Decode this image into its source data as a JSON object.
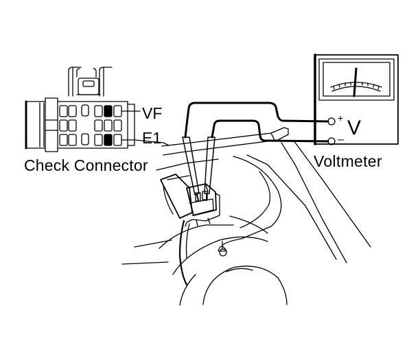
{
  "labels": {
    "vf": "VF",
    "e1": "E1",
    "check_connector": "Check Connector",
    "voltmeter": "Voltmeter",
    "meter_symbol": "V",
    "plus": "+",
    "minus": "–"
  },
  "colors": {
    "ink": "#000000",
    "paper": "#ffffff"
  }
}
